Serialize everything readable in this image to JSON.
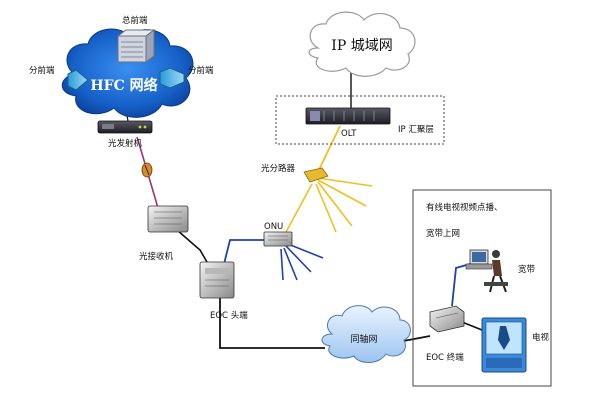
{
  "clouds": {
    "hfc": "HFC 网络",
    "ip": "IP 城域网",
    "coax": "同轴网"
  },
  "nodes": {
    "head_end": "总前端",
    "sub_head_left": "分前端",
    "sub_head_right": "分前端",
    "optical_transmitter": "光发射机",
    "optical_receiver": "光接收机",
    "olt": "OLT",
    "ip_aggregation": "IP 汇聚层",
    "splitter": "光分路器",
    "onu": "ONU",
    "eoc_head": "EOC 头端",
    "eoc_terminal": "EOC 终端",
    "broadband": "宽带",
    "tv": "电视"
  },
  "user_box": {
    "line1": "有线电视视频点播、",
    "line2": "宽带上网"
  },
  "colors": {
    "hfc_cloud": "#1e6fd0",
    "fiber_link": "#f0c020",
    "onu_link": "#2040b0",
    "coax_link": "#111111",
    "rf_link": "#a0307a",
    "dashed_frame": "#444444"
  }
}
